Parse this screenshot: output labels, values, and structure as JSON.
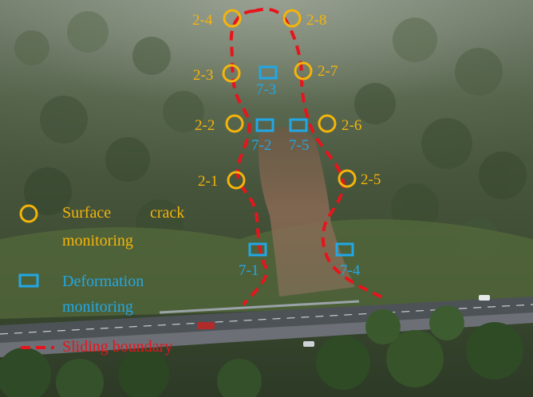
{
  "crack_points": [
    {
      "id": "2-1",
      "label": "2-1"
    },
    {
      "id": "2-2",
      "label": "2-2"
    },
    {
      "id": "2-3",
      "label": "2-3"
    },
    {
      "id": "2-4",
      "label": "2-4"
    },
    {
      "id": "2-5",
      "label": "2-5"
    },
    {
      "id": "2-6",
      "label": "2-6"
    },
    {
      "id": "2-7",
      "label": "2-7"
    },
    {
      "id": "2-8",
      "label": "2-8"
    }
  ],
  "deformation_points": [
    {
      "id": "7-1",
      "label": "7-1"
    },
    {
      "id": "7-2",
      "label": "7-2"
    },
    {
      "id": "7-3",
      "label": "7-3"
    },
    {
      "id": "7-4",
      "label": "7-4"
    },
    {
      "id": "7-5",
      "label": "7-5"
    }
  ],
  "legend": {
    "surface_crack_line1": "Surface",
    "surface_crack_line1b": "crack",
    "surface_crack_line2": "monitoring",
    "deformation_line1": "Deformation",
    "deformation_line2": "monitoring",
    "sliding": "Sliding boundary"
  },
  "colors": {
    "crack": "#f5b40a",
    "deformation": "#22a7e6",
    "boundary": "#e8141c"
  }
}
